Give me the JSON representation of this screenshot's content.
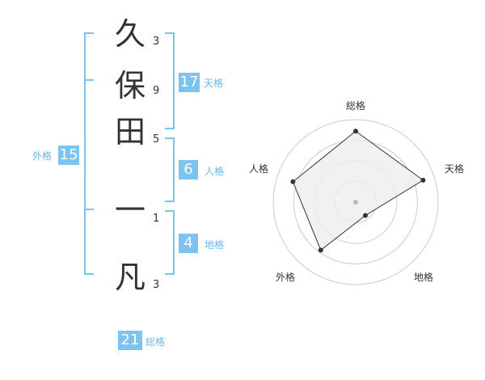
{
  "name": {
    "chars": [
      {
        "char": "久",
        "strokes": "3"
      },
      {
        "char": "保",
        "strokes": "9"
      },
      {
        "char": "田",
        "strokes": "5"
      },
      {
        "char": "一",
        "strokes": "1"
      },
      {
        "char": "凡",
        "strokes": "3"
      }
    ]
  },
  "scores": {
    "tenkaku": {
      "value": "17",
      "label": "天格"
    },
    "jinkaku": {
      "value": "6",
      "label": "人格"
    },
    "chikaku": {
      "value": "4",
      "label": "地格"
    },
    "gaikaku": {
      "value": "15",
      "label": "外格"
    },
    "soukaku": {
      "value": "21",
      "label": "総格"
    }
  },
  "chart_data": {
    "type": "radar",
    "axes": [
      "総格",
      "天格",
      "地格",
      "外格",
      "人格"
    ],
    "values": [
      0.86,
      0.86,
      0.2,
      0.72,
      0.8
    ],
    "range": [
      0,
      1
    ],
    "rings": 4,
    "fill_color": "#eeeeee",
    "line_color": "#333333",
    "ring_color": "#cccccc",
    "center_color": "#bbbbbb"
  }
}
